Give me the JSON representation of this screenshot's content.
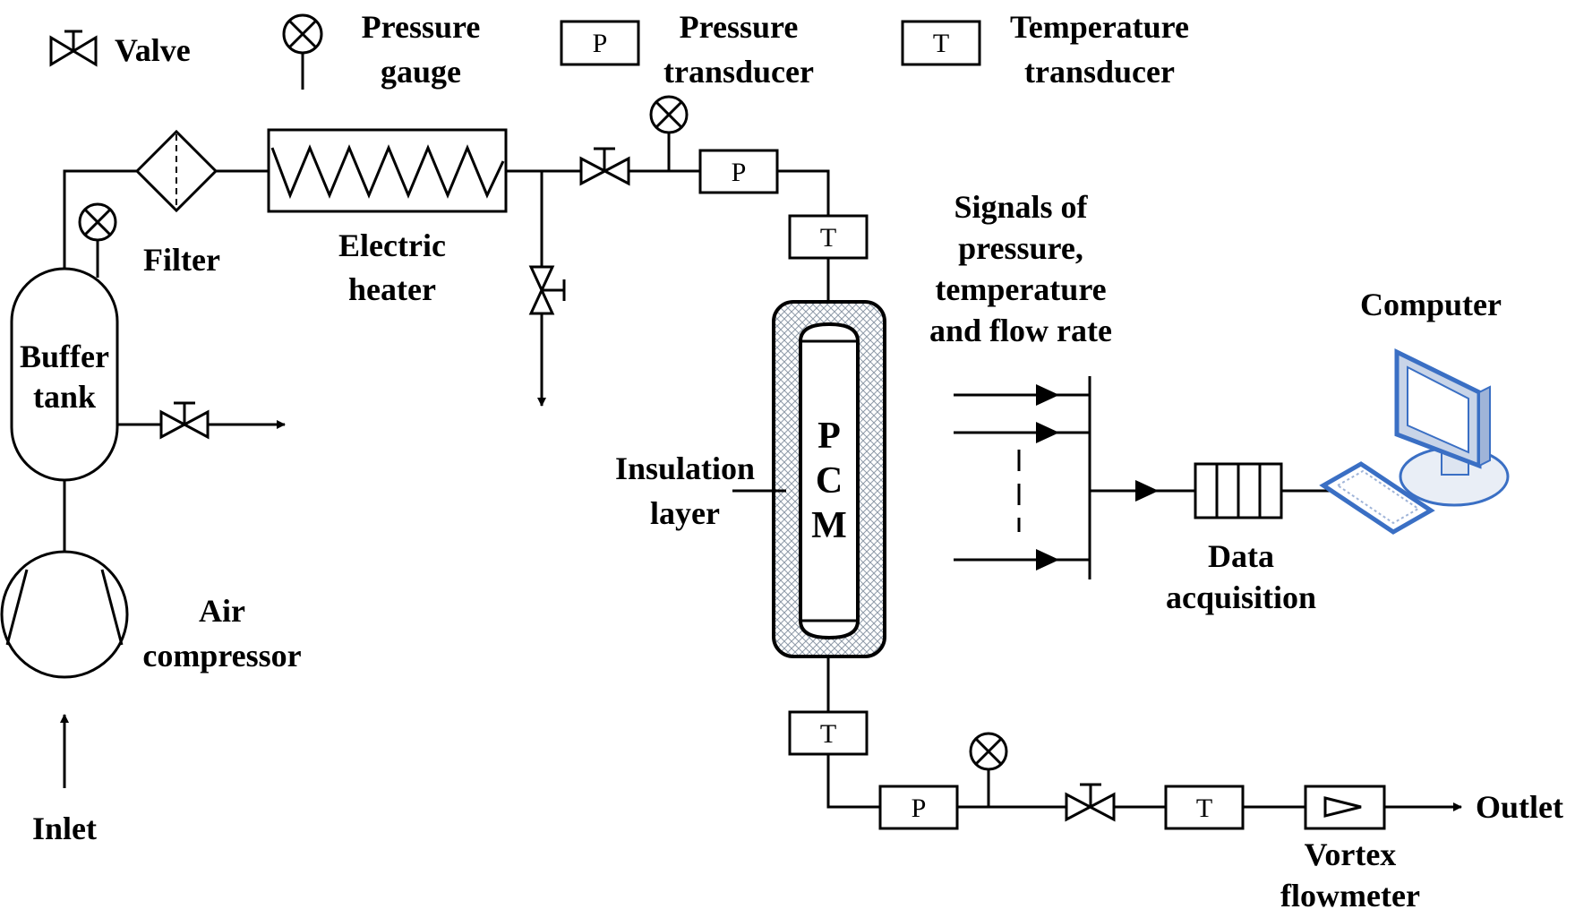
{
  "legend": {
    "valve": "Valve",
    "pressure_gauge": [
      "Pressure",
      "gauge"
    ],
    "pressure_transducer": [
      "Pressure",
      "transducer"
    ],
    "temperature_transducer": [
      "Temperature",
      "transducer"
    ],
    "p_symbol": "P",
    "t_symbol": "T"
  },
  "labels": {
    "filter": "Filter",
    "electric_heater": [
      "Electric",
      "heater"
    ],
    "buffer_tank": [
      "Buffer",
      "tank"
    ],
    "air_compressor": [
      "Air",
      "compressor"
    ],
    "inlet": "Inlet",
    "insulation_layer": [
      "Insulation",
      "layer"
    ],
    "pcm": [
      "P",
      "C",
      "M"
    ],
    "signals": [
      "Signals of",
      "pressure,",
      "temperature",
      "and flow rate"
    ],
    "computer": "Computer",
    "data_acquisition": [
      "Data",
      "acquisition"
    ],
    "outlet": "Outlet",
    "vortex_flowmeter": [
      "Vortex",
      "flowmeter"
    ]
  },
  "colors": {
    "line": "#000000",
    "computer_blue": "#3a6fc4",
    "insulation_hatch": "#9aa6b2"
  }
}
